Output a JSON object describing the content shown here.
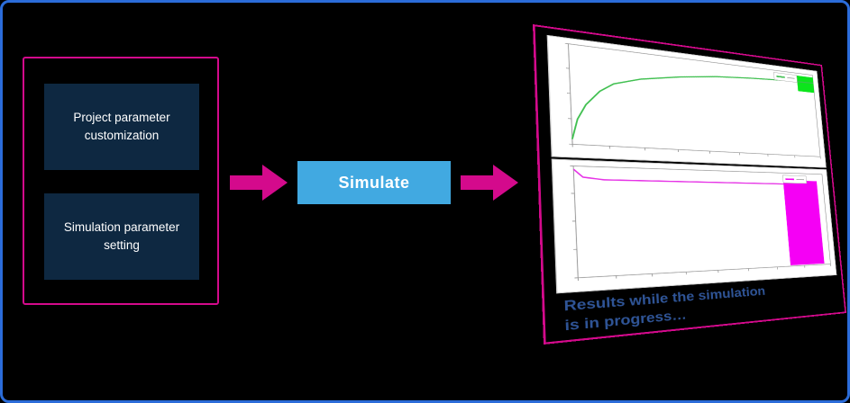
{
  "window": {
    "background": "#000000",
    "border_color": "#2B6CD9"
  },
  "left_panel": {
    "frame_color": "#D40A8C",
    "box_background": "#0E2841",
    "text_color": "#FFFFFF",
    "boxes": [
      {
        "label": "Project parameter customization"
      },
      {
        "label": "Simulation parameter setting"
      }
    ]
  },
  "flow": {
    "arrow_color": "#D40A8C",
    "simulate_label": "Simulate",
    "simulate_background": "#41A9E1"
  },
  "results": {
    "frame_color": "#D40A8C",
    "caption": "Results while the simulation is in progress…",
    "caption_color": "#2F5496"
  },
  "chart_data": [
    {
      "type": "line",
      "title": "",
      "xlabel": "",
      "ylabel": "",
      "xlim": [
        0,
        10
      ],
      "ylim": [
        0,
        100
      ],
      "grid": false,
      "legend_position": "top-right",
      "legend_color": "#3FBF4F",
      "series": [
        {
          "name": "green-progress-trace",
          "color": "#3FBF4F",
          "x": [
            0,
            0.2,
            0.5,
            1,
            1.5,
            2.5,
            4,
            5.5,
            7,
            8.5,
            10
          ],
          "y": [
            5,
            25,
            40,
            55,
            64,
            72,
            79,
            84,
            87,
            89,
            90
          ]
        }
      ],
      "blocks": [
        {
          "x0": 9.2,
          "x1": 10,
          "y0": 78,
          "y1": 97,
          "color": "#0CE51C"
        }
      ]
    },
    {
      "type": "line",
      "title": "",
      "xlabel": "",
      "ylabel": "",
      "xlim": [
        0,
        10
      ],
      "ylim": [
        0,
        100
      ],
      "grid": false,
      "legend_position": "top-right",
      "legend_color": "#F500F5",
      "series": [
        {
          "name": "magenta-progress-trace",
          "color": "#E633E6",
          "x": [
            0,
            0.3,
            1,
            3,
            5,
            7,
            8.1
          ],
          "y": [
            97,
            90,
            88,
            88,
            88,
            88,
            88
          ]
        }
      ],
      "blocks": [
        {
          "x0": 8.1,
          "x1": 9.7,
          "y0": 1,
          "y1": 92,
          "color": "#F500F5"
        }
      ]
    }
  ]
}
